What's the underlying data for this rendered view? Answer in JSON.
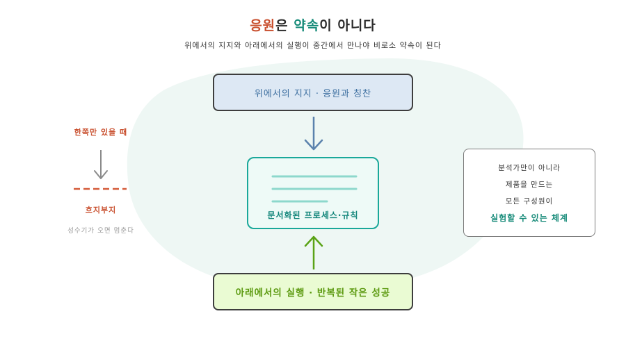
{
  "title": {
    "word1": "응원",
    "part1": "은 ",
    "word2": "약속",
    "part2": "이 아니다"
  },
  "subtitle": "위에서의 지지와 아래에서의 실행이 중간에서 만나야 비로소 약속이 된다",
  "top_box": "위에서의 지지 · 응원과 칭찬",
  "middle_box": "문서화된 프로세스·규칙",
  "bottom_box": "아래에서의 실행 · 반복된 작은 성공",
  "left": {
    "heading": "한쪽만 있을 때",
    "label": "흐지부지",
    "caption": "성수기가 오면 멈춘다"
  },
  "right_box": {
    "lines": [
      "분석가만이 아니라",
      "제품을 만드는",
      "모든 구성원이"
    ],
    "accent": "실험할 수 있는 체계"
  },
  "colors": {
    "accent_red": "#c9502f",
    "accent_teal": "#158a78",
    "top_blue": "#3d6fa0",
    "bottom_green": "#5c9a10"
  }
}
